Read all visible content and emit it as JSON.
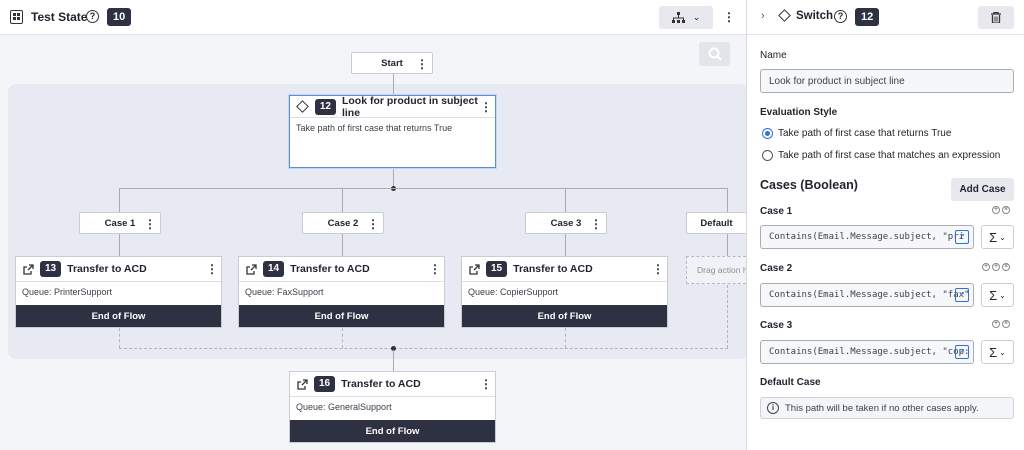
{
  "header": {
    "title": "Test State",
    "badge": "10"
  },
  "flow": {
    "start_label": "Start",
    "switch_node": {
      "id": "12",
      "title": "Look for product in subject line",
      "description": "Take path of first case that returns True"
    },
    "cases": [
      {
        "label": "Case 1"
      },
      {
        "label": "Case 2"
      },
      {
        "label": "Case 3"
      },
      {
        "label": "Default"
      }
    ],
    "drag_hint": "Drag action h",
    "actions": [
      {
        "id": "13",
        "title": "Transfer to ACD",
        "queue": "Queue: PrinterSupport",
        "footer": "End of Flow"
      },
      {
        "id": "14",
        "title": "Transfer to ACD",
        "queue": "Queue: FaxSupport",
        "footer": "End of Flow"
      },
      {
        "id": "15",
        "title": "Transfer to ACD",
        "queue": "Queue: CopierSupport",
        "footer": "End of Flow"
      },
      {
        "id": "16",
        "title": "Transfer to ACD",
        "queue": "Queue: GeneralSupport",
        "footer": "End of Flow"
      }
    ]
  },
  "panel": {
    "title": "Switch",
    "badge": "12",
    "name_label": "Name",
    "name_value": "Look for product in subject line",
    "eval_label": "Evaluation Style",
    "eval_options": [
      {
        "label": "Take path of first case that returns True",
        "selected": true
      },
      {
        "label": "Take path of first case that matches an expression",
        "selected": false
      }
    ],
    "cases_heading": "Cases (Boolean)",
    "add_case_label": "Add Case",
    "case_rows": [
      {
        "label": "Case 1",
        "expression": "Contains(Email.Message.subject, \"pri"
      },
      {
        "label": "Case 2",
        "expression": "Contains(Email.Message.subject, \"fax\""
      },
      {
        "label": "Case 3",
        "expression": "Contains(Email.Message.subject, \"cop:"
      }
    ],
    "default_label": "Default Case",
    "default_info": "This path will be taken if no other cases apply."
  },
  "colors": {
    "accent": "#2f6fd8",
    "dark": "#2e3142",
    "group_bg": "#e8eaf3"
  }
}
